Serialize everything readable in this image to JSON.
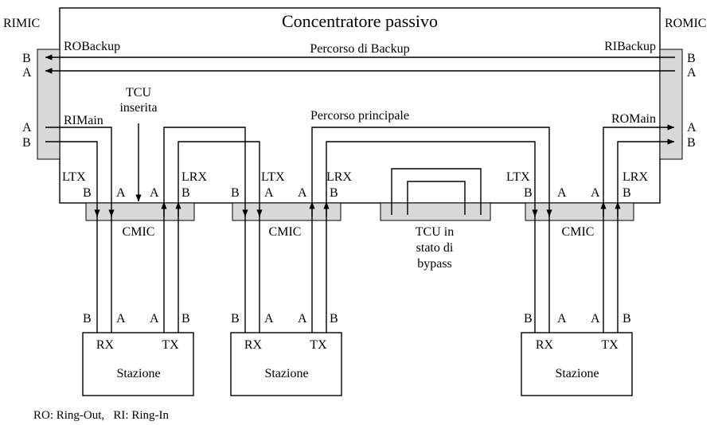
{
  "diagram": {
    "title": "Concentratore passivo",
    "left_mic": "RIMIC",
    "right_mic": "ROMIC",
    "ro_backup": "ROBackup",
    "ri_backup": "RIBackup",
    "backup_path": "Percorso di Backup",
    "main_path": "Percorso principale",
    "ri_main": "RIMain",
    "ro_main": "ROMain",
    "tcu_inserted_line1": "TCU",
    "tcu_inserted_line2": "inserita",
    "tcu_bypass_line1": "TCU in",
    "tcu_bypass_line2": "stato di",
    "tcu_bypass_line3": "bypass",
    "cmic": "CMIC",
    "ltx": "LTX",
    "lrx": "LRX",
    "rx": "RX",
    "tx": "TX",
    "station": "Stazione",
    "pin_a": "A",
    "pin_b": "B",
    "footnote": "RO: Ring-Out,   RI: Ring-In"
  }
}
